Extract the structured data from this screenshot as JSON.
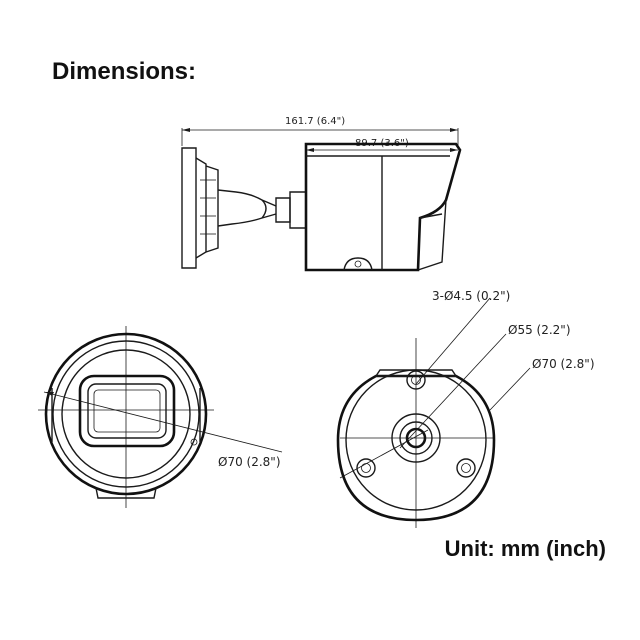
{
  "header": {
    "title": "Dimensions:"
  },
  "footer": {
    "unit": "Unit: mm (inch)"
  },
  "side_view": {
    "overall_length": "161.7  (6.4\")",
    "body_length": "89.7 (3.6\")"
  },
  "front_view": {
    "diameter": "Ø70 (2.8\")"
  },
  "rear_view": {
    "holes": "3-Ø4.5 (0.2\")",
    "inner_diameter": "Ø55 (2.2\")",
    "outer_diameter": "Ø70 (2.8\")"
  }
}
